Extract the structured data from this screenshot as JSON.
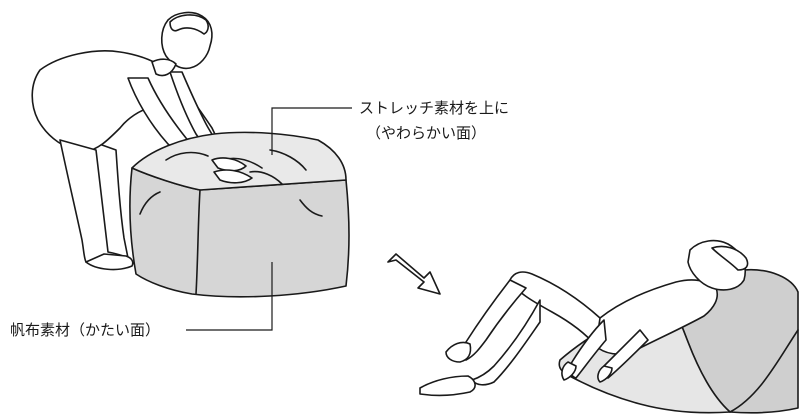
{
  "callouts": {
    "top": {
      "line1": "ストレッチ素材を上に",
      "line2": "（やわらかい面）"
    },
    "bottom": {
      "text": "帆布素材（かたい面）"
    }
  },
  "colors": {
    "cushion_fill": "#d6d6d6",
    "cushion_top_fill": "#e9e9e9",
    "chair_dark_fill": "#cfcfcf",
    "chair_light_fill": "#e6e6e6",
    "stroke": "#1a1a1a",
    "background": "#ffffff"
  },
  "icons": {
    "arrow": "diagonal-outline-arrow-icon"
  }
}
